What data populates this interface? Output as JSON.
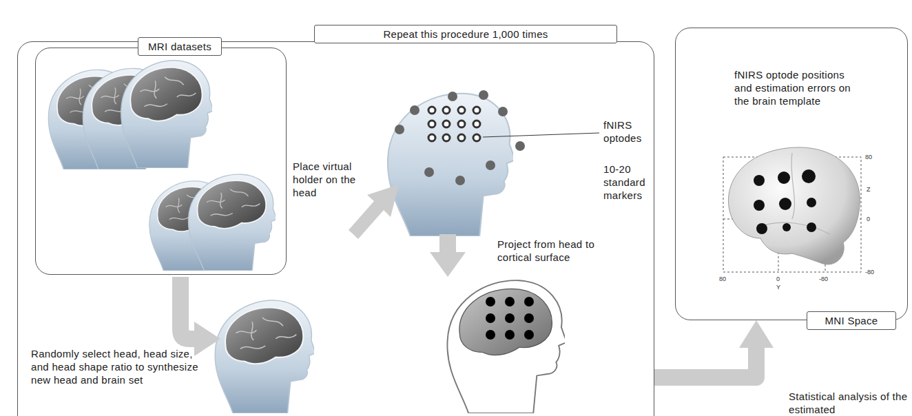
{
  "diagram": {
    "nodes": [
      {
        "text": [
          "Repeat this procedure 1,000 times"
        ]
      },
      {
        "text": [
          "MRI datasets"
        ],
        "in": 0
      },
      {
        "text": [
          "fNIRS optode positions and estimation errors on the brain template",
          "MNI Space"
        ]
      }
    ],
    "edges": [
      {
        "from": 0,
        "to": 2,
        "arrow": "to"
      }
    ],
    "labels": [
      "Place virtual holder on the head",
      "fNIRS optodes",
      "10-20 standard markers",
      "Project from head to cortical surface",
      "Randomly select head, head size, and head shape ratio to synthesize new head and brain set",
      "80",
      "0",
      "-80",
      "Y",
      "80",
      "Z",
      "0",
      "-80",
      "Statistical analysis of the estimated"
    ]
  }
}
